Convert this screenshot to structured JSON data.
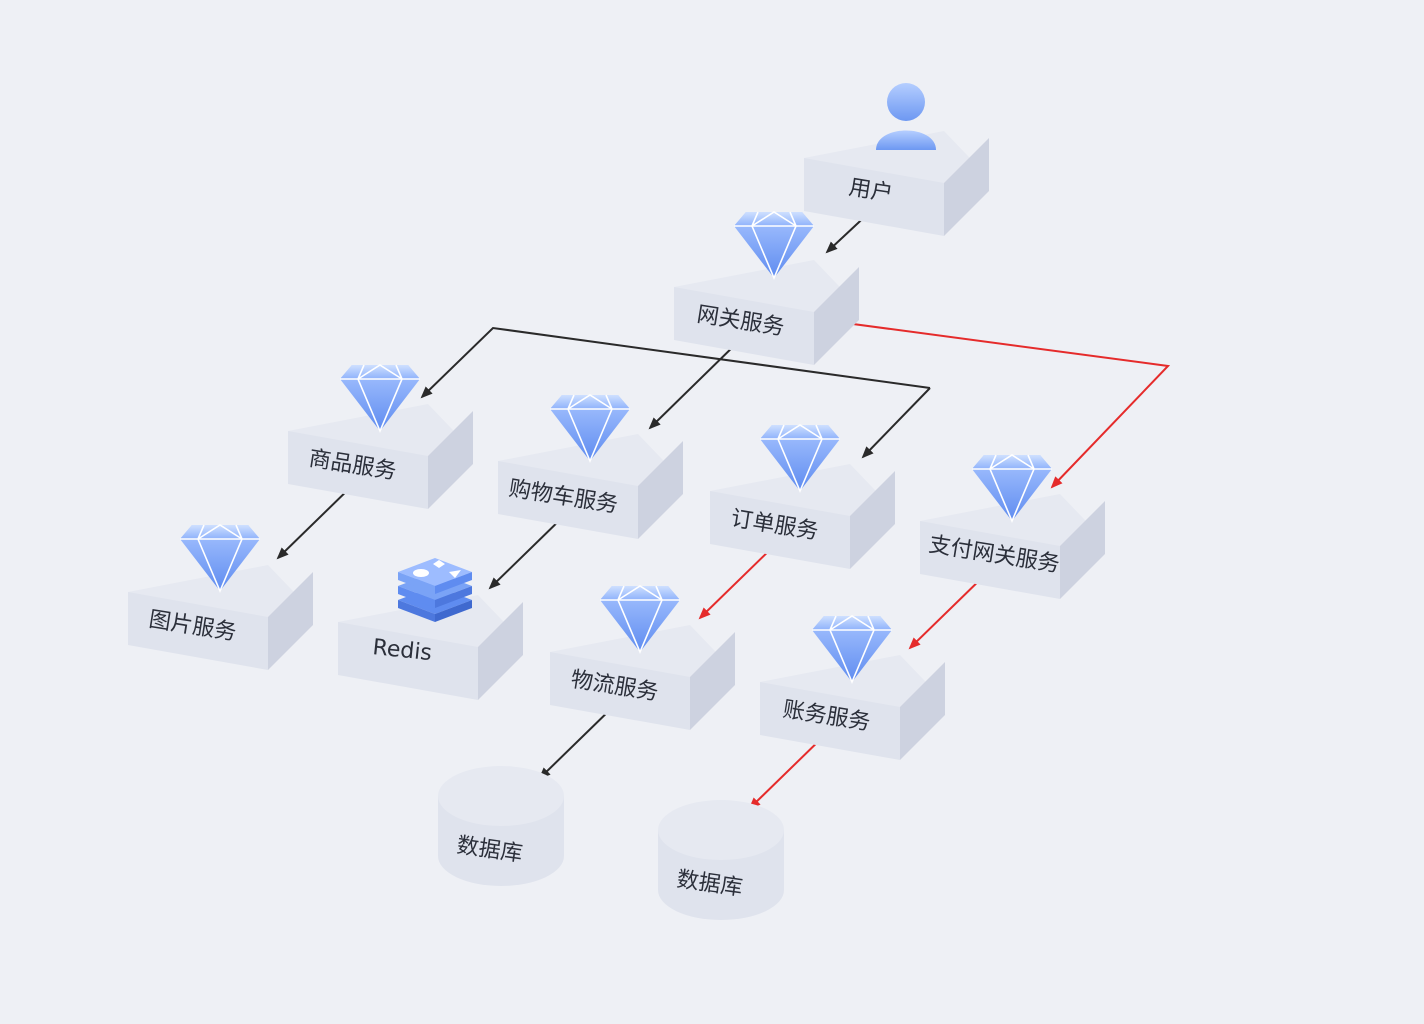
{
  "colors": {
    "background": "#eef0f5",
    "box_top": "#e6e9f1",
    "box_front": "#dfe3ed",
    "box_side": "#cdd2e0",
    "gem": "#6e9bf3",
    "gem_light": "#a9c6ff",
    "arrow_normal": "#2a2a2a",
    "arrow_payment": "#e52b2b"
  },
  "nodes": {
    "user": {
      "label": "用户",
      "icon": "user-icon"
    },
    "gateway": {
      "label": "网关服务",
      "icon": "gem-icon"
    },
    "product": {
      "label": "商品服务",
      "icon": "gem-icon"
    },
    "cart": {
      "label": "购物车服务",
      "icon": "gem-icon"
    },
    "order": {
      "label": "订单服务",
      "icon": "gem-icon"
    },
    "pay_gateway": {
      "label": "支付网关服务",
      "icon": "gem-icon"
    },
    "image": {
      "label": "图片服务",
      "icon": "gem-icon"
    },
    "redis": {
      "label": "Redis",
      "icon": "redis-icon"
    },
    "logistics": {
      "label": "物流服务",
      "icon": "gem-icon"
    },
    "account": {
      "label": "账务服务",
      "icon": "gem-icon"
    },
    "db1": {
      "label": "数据库",
      "icon": "database-cylinder"
    },
    "db2": {
      "label": "数据库",
      "icon": "database-cylinder"
    }
  },
  "edges": [
    {
      "from": "user",
      "to": "gateway",
      "style": "normal"
    },
    {
      "from": "gateway",
      "to": "product",
      "style": "normal"
    },
    {
      "from": "gateway",
      "to": "cart",
      "style": "normal"
    },
    {
      "from": "gateway",
      "to": "order",
      "style": "normal"
    },
    {
      "from": "gateway",
      "to": "pay_gateway",
      "style": "payment"
    },
    {
      "from": "product",
      "to": "image",
      "style": "normal"
    },
    {
      "from": "cart",
      "to": "redis",
      "style": "normal"
    },
    {
      "from": "order",
      "to": "logistics",
      "style": "payment"
    },
    {
      "from": "pay_gateway",
      "to": "account",
      "style": "payment"
    },
    {
      "from": "logistics",
      "to": "db1",
      "style": "normal"
    },
    {
      "from": "account",
      "to": "db2",
      "style": "payment"
    }
  ]
}
